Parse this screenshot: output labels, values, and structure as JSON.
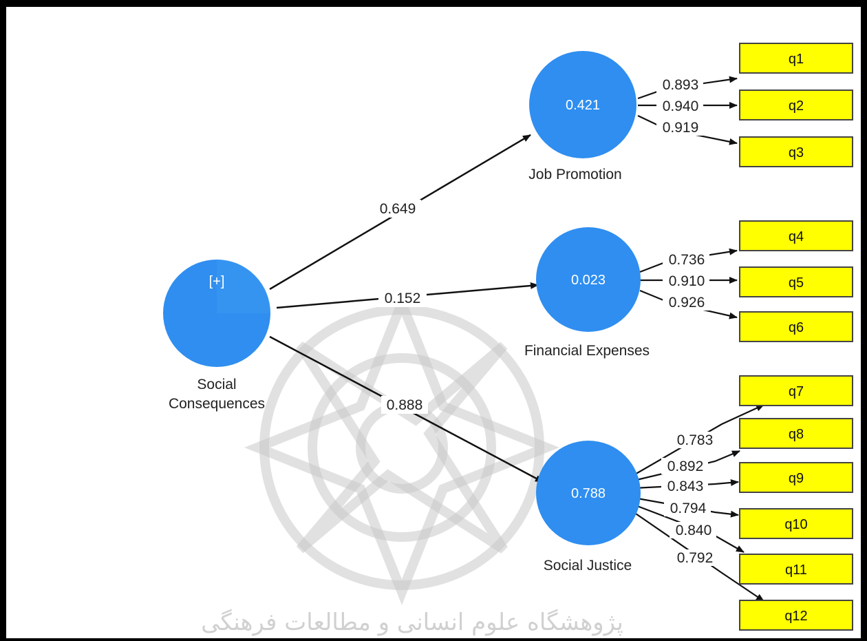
{
  "diagram": {
    "exogenous": {
      "name_line1": "Social",
      "name_line2": "Consequences",
      "badge": "[+]"
    },
    "constructs": [
      {
        "id": "jp",
        "name": "Job Promotion",
        "r2": "0.421",
        "path_coef": "0.649",
        "loadings": [
          {
            "indicator": "q1",
            "value": "0.893"
          },
          {
            "indicator": "q2",
            "value": "0.940"
          },
          {
            "indicator": "q3",
            "value": "0.919"
          }
        ]
      },
      {
        "id": "fe",
        "name": "Financial Expenses",
        "r2": "0.023",
        "path_coef": "0.152",
        "loadings": [
          {
            "indicator": "q4",
            "value": "0.736"
          },
          {
            "indicator": "q5",
            "value": "0.910"
          },
          {
            "indicator": "q6",
            "value": "0.926"
          }
        ]
      },
      {
        "id": "sj",
        "name": "Social Justice",
        "r2": "0.788",
        "path_coef": "0.888",
        "loadings": [
          {
            "indicator": "q7",
            "value": "0.783"
          },
          {
            "indicator": "q8",
            "value": "0.892"
          },
          {
            "indicator": "q9",
            "value": "0.843"
          },
          {
            "indicator": "q10",
            "value": "0.794"
          },
          {
            "indicator": "q11",
            "value": "0.840"
          },
          {
            "indicator": "q12",
            "value": "0.792"
          }
        ]
      }
    ],
    "colors": {
      "construct_fill": "#2f8ef0",
      "indicator_fill": "#ffff00",
      "indicator_border": "#444444",
      "arrow": "#111111"
    },
    "watermark_text": "پژوهشگاه علوم انسانی و مطالعات فرهنگی"
  }
}
